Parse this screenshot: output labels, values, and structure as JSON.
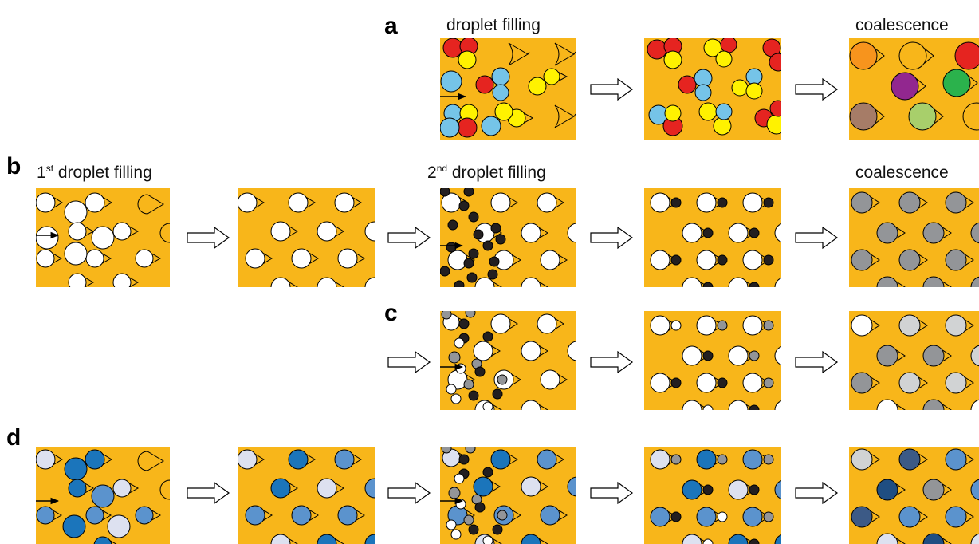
{
  "labels": {
    "a": "a",
    "b": "b",
    "c": "c",
    "d": "d"
  },
  "captions": {
    "a_left": "droplet filling",
    "a_right": "coalescence",
    "b_first_num": "1",
    "b_first_sup": "st",
    "b_first_text": " droplet filling",
    "b_second_num": "2",
    "b_second_sup": "nd",
    "b_second_text": " droplet filling",
    "b_right": "coalescence"
  },
  "colors": {
    "background": "#F8B61A",
    "red": "#E52420",
    "yellow": "#FFF200",
    "lightblue": "#75C4E8",
    "white": "#FFFFFF",
    "black": "#231F20",
    "gray": "#939598",
    "lightgray": "#D1D3D4",
    "lavender": "#DDE1F0",
    "blue": "#1B75BB",
    "midblue": "#5B93CD",
    "darkblue": "#1F4E82",
    "slate": "#3C5A86",
    "orange": "#F7941D",
    "purple": "#92278F",
    "green": "#2BB24C",
    "brown": "#A67C67",
    "lightgreen": "#A8CF6B"
  }
}
